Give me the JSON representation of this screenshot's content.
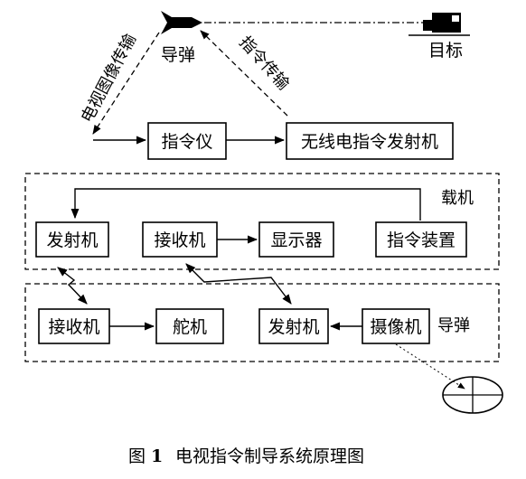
{
  "top": {
    "missile_label": "导弹",
    "target_label": "目标",
    "tv_image_transmission": "电视图像传输",
    "command_transmission": "指令传输"
  },
  "ground": {
    "command_instrument": "指令仪",
    "wireless_command_transmitter": "无线电指令发射机"
  },
  "aircraft_group": {
    "label": "载机",
    "transmitter": "发射机",
    "receiver": "接收机",
    "display": "显示器",
    "command_device": "指令装置"
  },
  "missile_group": {
    "label": "导弹",
    "receiver": "接收机",
    "rudder": "舵机",
    "transmitter": "发射机",
    "camera": "摄像机"
  },
  "caption": {
    "prefix": "图",
    "number": "1",
    "title": "电视指令制导系统原理图"
  },
  "colors": {
    "stroke": "#000000",
    "background": "#ffffff"
  }
}
